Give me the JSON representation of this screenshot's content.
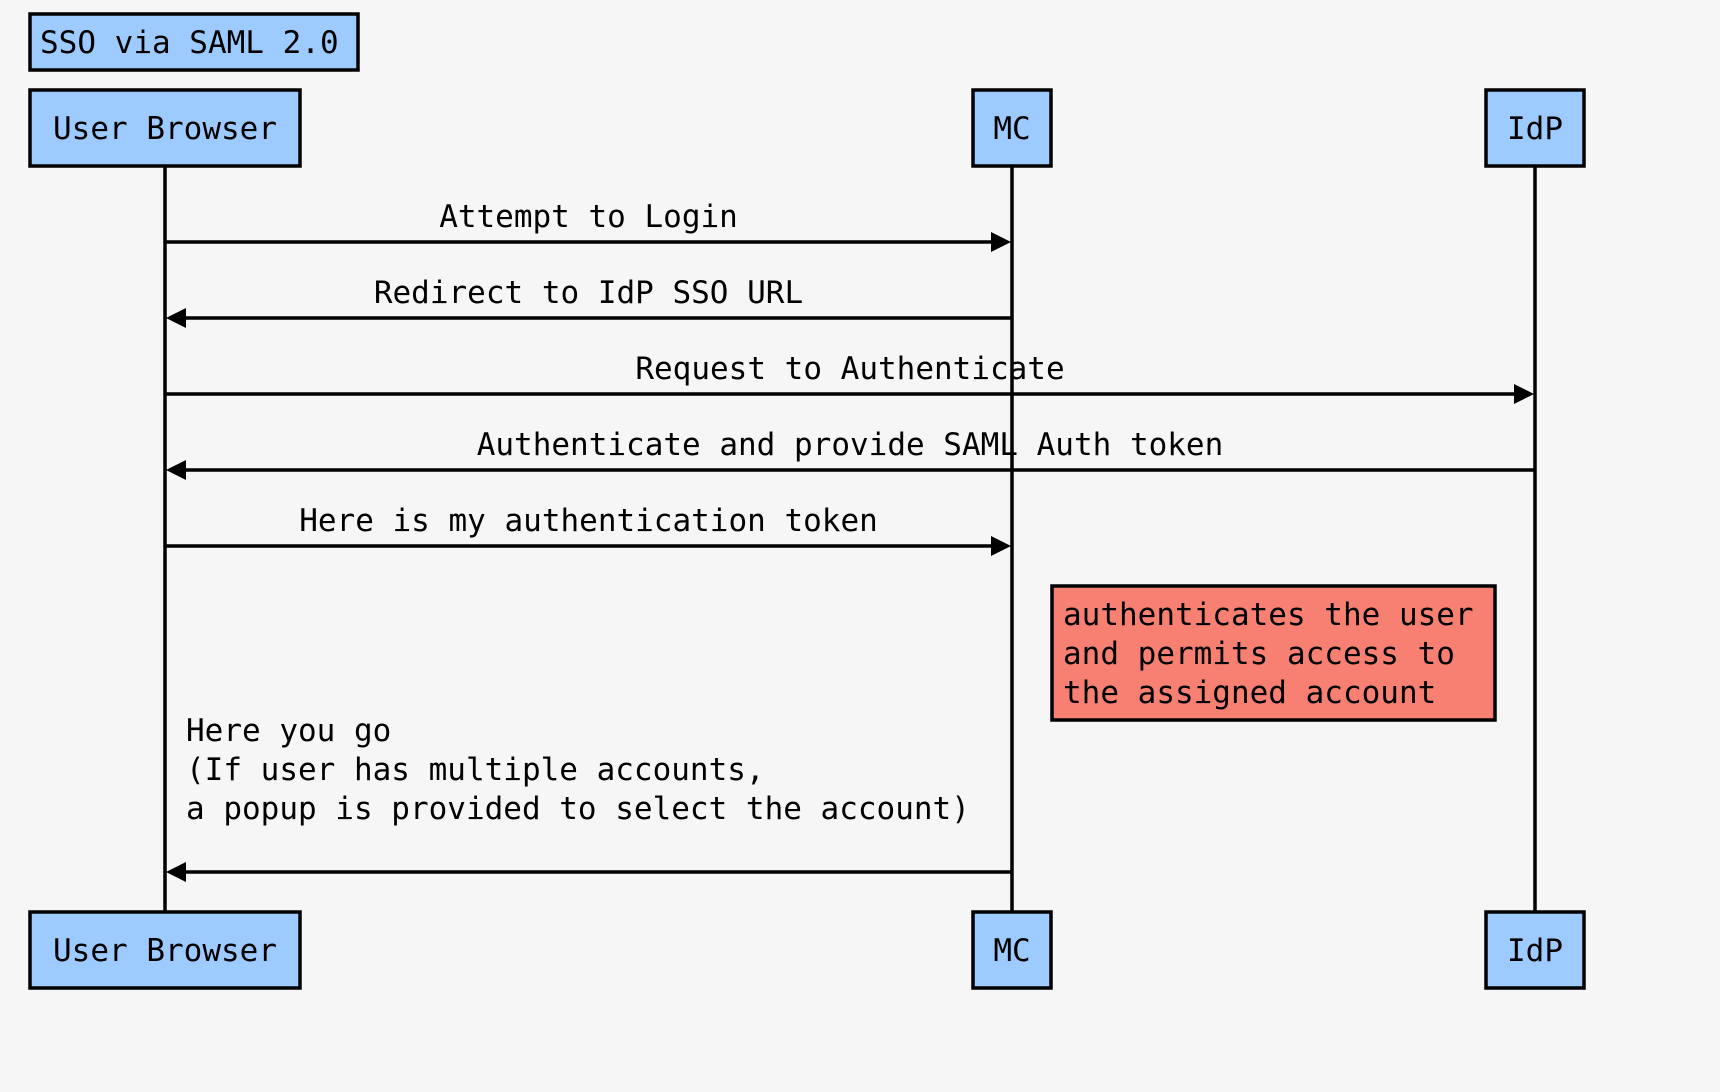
{
  "title": "SSO via SAML 2.0",
  "colors": {
    "participant_fill": "#9ecbff",
    "note_fill": "#f88072",
    "line": "#000000",
    "background": "#f6f6f6"
  },
  "participants": [
    {
      "id": "browser",
      "label": "User Browser"
    },
    {
      "id": "mc",
      "label": "MC"
    },
    {
      "id": "idp",
      "label": "IdP"
    }
  ],
  "messages": [
    {
      "from": "browser",
      "to": "mc",
      "lines": [
        "Attempt to Login"
      ]
    },
    {
      "from": "mc",
      "to": "browser",
      "lines": [
        "Redirect to IdP SSO URL"
      ]
    },
    {
      "from": "browser",
      "to": "idp",
      "lines": [
        "Request to Authenticate"
      ]
    },
    {
      "from": "idp",
      "to": "browser",
      "lines": [
        "Authenticate and provide SAML Auth token"
      ]
    },
    {
      "from": "browser",
      "to": "mc",
      "lines": [
        "Here is my authentication token"
      ]
    },
    {
      "from": "mc",
      "to": "browser",
      "lines": [
        "Here you go",
        "(If user has multiple accounts,",
        "a popup is provided to select the account)"
      ]
    }
  ],
  "note": {
    "over": "mc",
    "lines": [
      "authenticates the user",
      "and permits access to",
      "the assigned account"
    ]
  }
}
